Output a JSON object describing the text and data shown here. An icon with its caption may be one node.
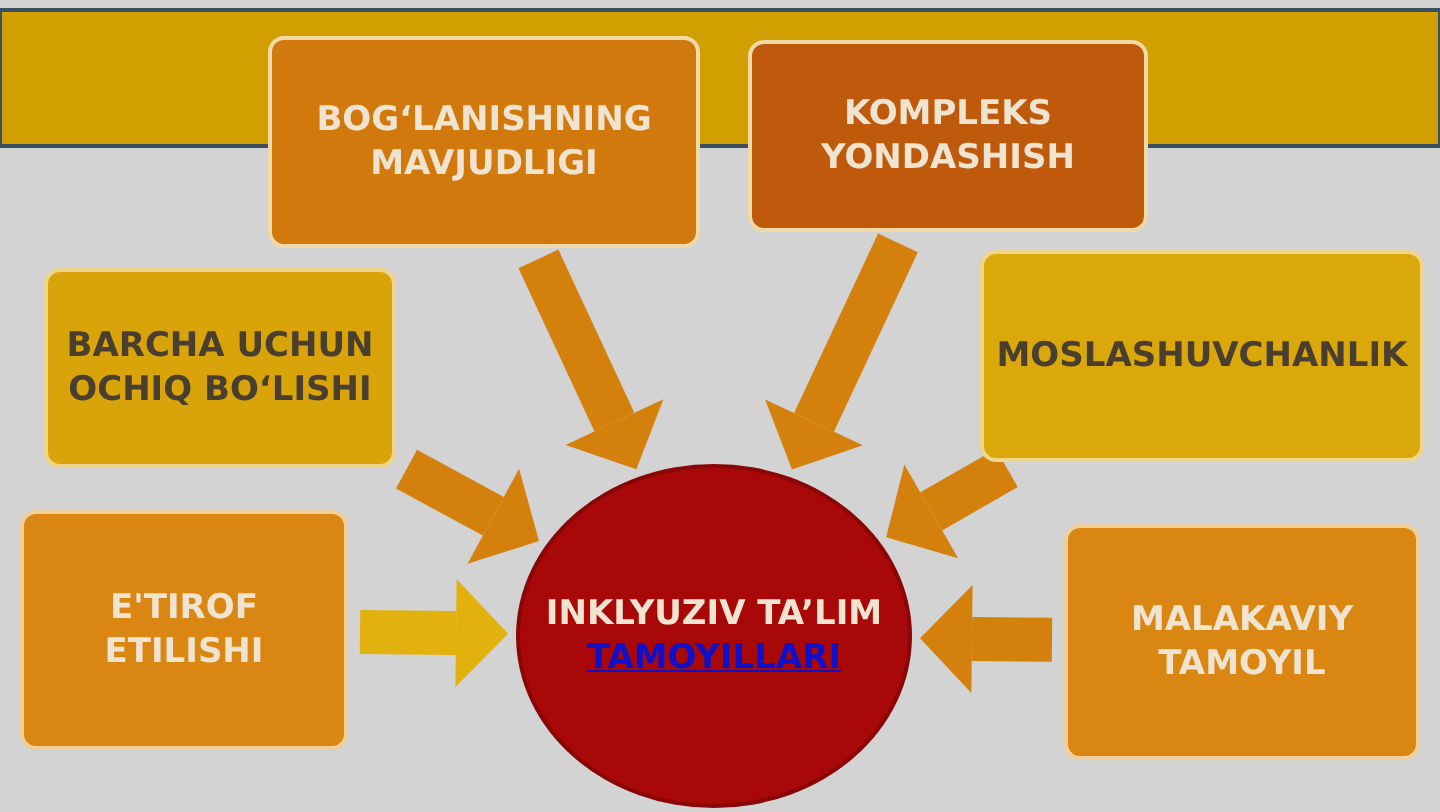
{
  "diagram": {
    "nodes": [
      {
        "text": [
          "BOG‘LANISHNING MAVJUDLIGI"
        ]
      },
      {
        "text": [
          "KOMPLEKS YONDASHISH"
        ]
      },
      {
        "text": [
          "BARCHA UCHUN OCHIQ BO‘LISHI"
        ]
      },
      {
        "text": [
          "MOSLASHUVCHANLIK"
        ]
      },
      {
        "text": [
          "E'TIROF ETILISHI"
        ]
      },
      {
        "text": [
          "INKLYUZIV TA’LIM",
          "TAMOYILLARI"
        ]
      },
      {
        "text": [
          "MALAKAVIY TAMOYIL"
        ]
      }
    ],
    "edges": [
      {
        "from": 0,
        "to": 5,
        "arrow": "to"
      },
      {
        "from": 1,
        "to": 5,
        "arrow": "to"
      },
      {
        "from": 2,
        "to": 5,
        "arrow": "to"
      },
      {
        "from": 3,
        "to": 5,
        "arrow": "to"
      },
      {
        "from": 4,
        "to": 5,
        "arrow": "to",
        "color": "#e2b10e"
      },
      {
        "from": 6,
        "to": 5,
        "arrow": "to"
      }
    ]
  }
}
